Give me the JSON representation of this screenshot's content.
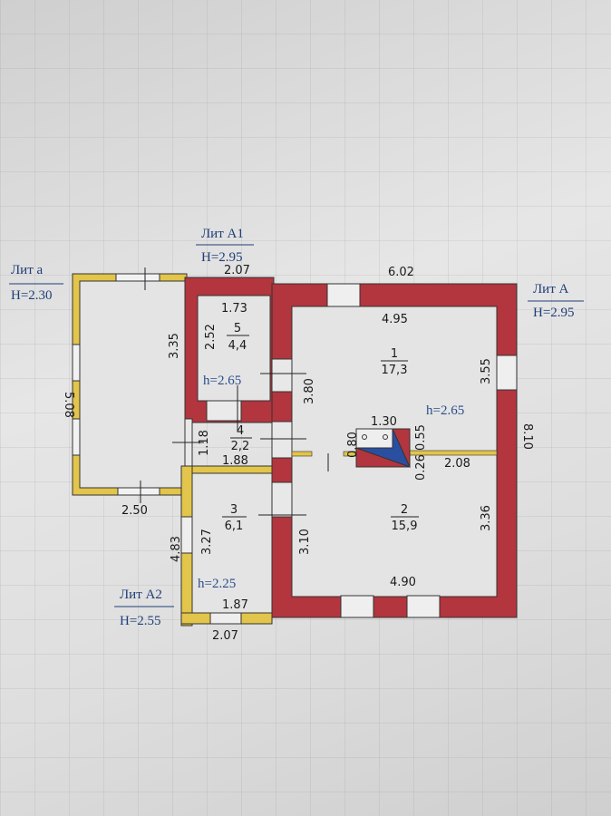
{
  "colors": {
    "wall_main": "#b3353e",
    "wall_light": "#e2c54a",
    "stove": "#2a4fa0"
  },
  "liters": [
    {
      "name": "Лит а",
      "height": "H=2.30"
    },
    {
      "name": "Лит А1",
      "height": "H=2.95"
    },
    {
      "name": "Лит А",
      "height": "H=2.95"
    },
    {
      "name": "Лит А2",
      "height": "H=2.55"
    }
  ],
  "rooms": [
    {
      "number": "1",
      "area": "17,3"
    },
    {
      "number": "2",
      "area": "15,9"
    },
    {
      "number": "3",
      "area": "6,1"
    },
    {
      "number": "4",
      "area": "2,2"
    },
    {
      "number": "5",
      "area": "4,4"
    }
  ],
  "ceiling_heights": [
    "h=2.65",
    "h=2.65",
    "h=2.25"
  ],
  "dimensions": {
    "a1_top": "2.07",
    "a_top": "6.02",
    "a_inner_top": "4.95",
    "r5_top": "1.73",
    "r5_side": "2.52",
    "a_left_outer": "5.08",
    "a_left_inner": "3.35",
    "r1_left": "3.80",
    "r1_right": "3.55",
    "a_total": "8.10",
    "stove_w": "1.30",
    "stove_h": "0.80",
    "stove_side": "0.55",
    "stove_gap": "0.26",
    "partition": "2.08",
    "r4_h": "1.18",
    "r4_w": "1.88",
    "a_bottom": "2.50",
    "a2_outer": "4.83",
    "r3_h": "3.27",
    "r2_left": "3.10",
    "r2_right": "3.36",
    "r2_bottom": "4.90",
    "r3_bottom": "1.87",
    "a2_bottom": "2.07"
  }
}
